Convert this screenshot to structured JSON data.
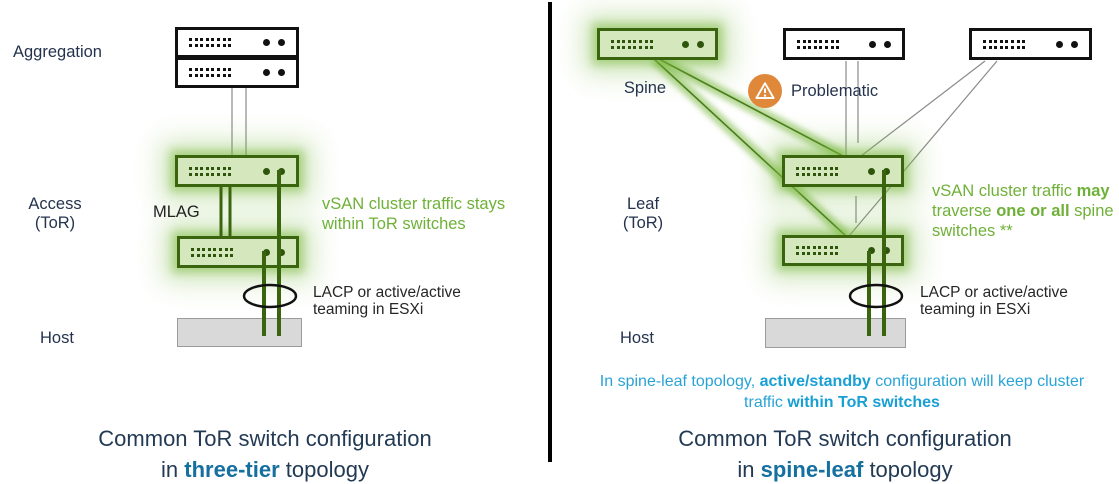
{
  "colors": {
    "green_text": "#6fb138",
    "dark_green": "#3a650e",
    "light_green_fill": "#d5e7bd",
    "glow_green": "#7cba41",
    "label_navy": "#25334e",
    "caption_navy": "#233a54",
    "caption_blue_bold": "#156f9f",
    "note_blue": "#29a3d6",
    "warning_orange": "#e0883a",
    "host_gray": "#d9d9d9"
  },
  "left": {
    "tier_labels": {
      "aggregation": "Aggregation",
      "access_line1": "Access",
      "access_line2": "(ToR)",
      "host": "Host"
    },
    "mlag_label": "MLAG",
    "green_note": "vSAN cluster traffic stays within ToR switches",
    "lacp_note": "LACP or active/active teaming in ESXi",
    "caption": {
      "line1": "Common ToR switch configuration",
      "line2_pre": "in ",
      "line2_bold": "three-tier",
      "line2_post": " topology"
    }
  },
  "right": {
    "tier_labels": {
      "spine": "Spine",
      "leaf_line1": "Leaf",
      "leaf_line2": "(ToR)",
      "host": "Host"
    },
    "problematic_label": "Problematic",
    "green_note": {
      "s1": "vSAN cluster traffic ",
      "b1": "may",
      "s2": " traverse ",
      "b2": "one or all",
      "s3": " spine switches **"
    },
    "lacp_note": "LACP or active/active teaming in ESXi",
    "blue_note": {
      "s1": "In spine-leaf topology, ",
      "b1": "active/standby",
      "s2": " configuration will keep cluster traffic ",
      "b2": "within ToR switches"
    },
    "caption": {
      "line1": "Common ToR switch configuration",
      "line2_pre": "in ",
      "line2_bold": "spine-leaf",
      "line2_post": " topology"
    }
  }
}
